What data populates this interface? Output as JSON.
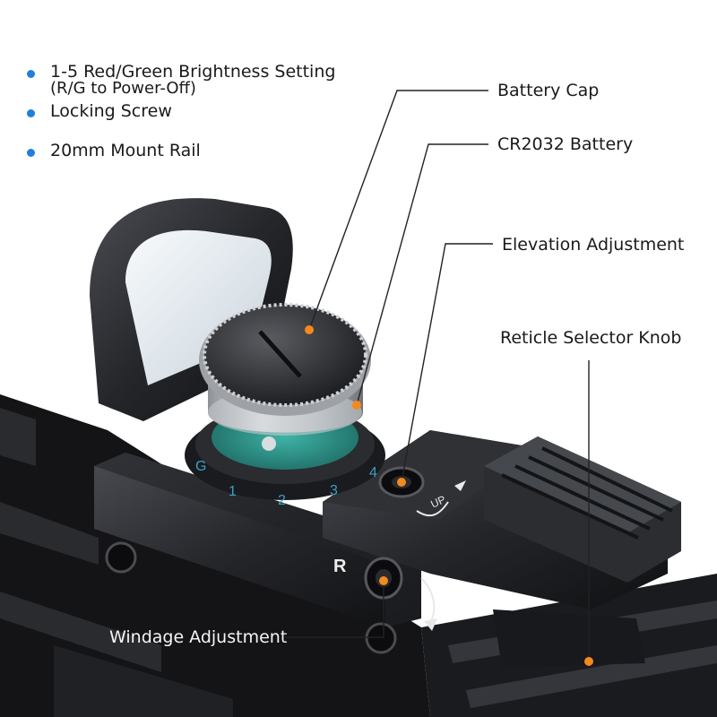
{
  "colors": {
    "bullet": "#1f7fe0",
    "leader_dot": "#f28a1e",
    "leader_line": "#222222",
    "sight_body": "#1c1d20",
    "sight_body_light": "#3a3c41",
    "lens": "#e8eef4",
    "battery_teal": "#2c8f86",
    "dial_text": "#3da0c8",
    "rail": "#141416"
  },
  "features": [
    {
      "label": "1-5 Red/Green Brightness Setting",
      "sub": "(R/G to Power-Off)"
    },
    {
      "label": "Locking Screw"
    },
    {
      "label": "20mm Mount Rail"
    }
  ],
  "callouts": {
    "battery_cap": "Battery Cap",
    "cr2032_battery": "CR2032 Battery",
    "elevation_adjustment": "Elevation Adjustment",
    "reticle_selector_knob": "Reticle Selector Knob",
    "windage_adjustment": "Windage Adjustment"
  },
  "device_markings": {
    "dial_g": "G",
    "dial_1": "1",
    "dial_2": "2",
    "dial_3": "3",
    "dial_4": "4",
    "up_label": "UP",
    "r_label": "R"
  }
}
